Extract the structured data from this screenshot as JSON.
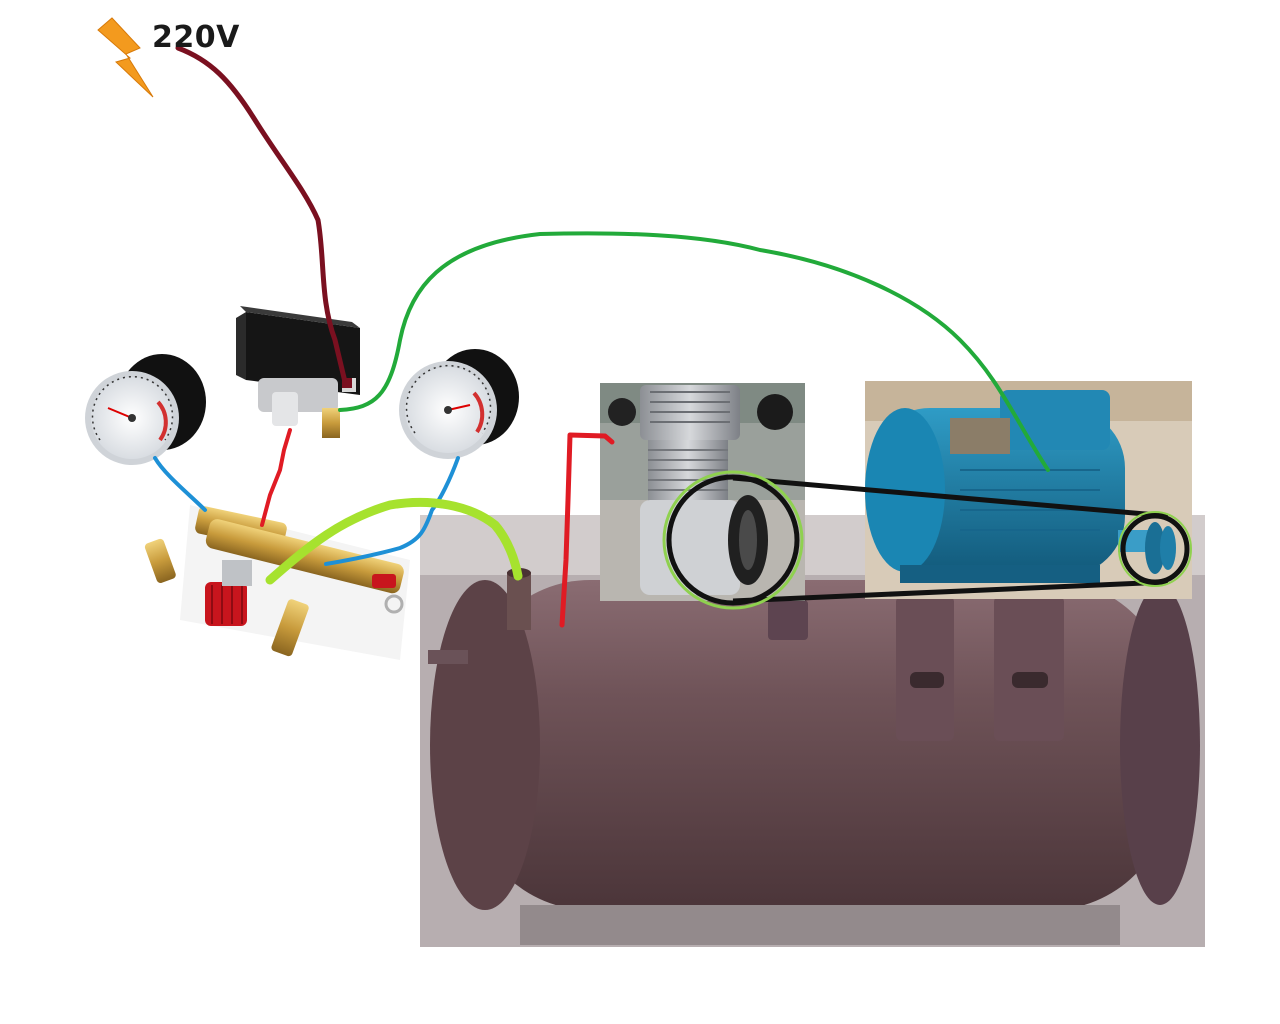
{
  "voltage_label": "220V",
  "colors": {
    "power_wire": "#7a1020",
    "motor_wire": "#22aa3a",
    "air_line_red": "#e01b24",
    "gauge_line_blue": "#1e90d6",
    "tank_line_lime": "#a6e22e",
    "belt": "#111111",
    "pulley_highlight": "#8fd14f",
    "tank": "#6e5257",
    "motor": "#1f7fa8",
    "lightning": "#f39a1e"
  },
  "icons": [
    "lightning-icon"
  ],
  "components": [
    "pressure-switch",
    "pressure-gauge-left",
    "pressure-gauge-right",
    "manifold-regulator",
    "compressor-pump",
    "electric-motor",
    "air-tank"
  ]
}
